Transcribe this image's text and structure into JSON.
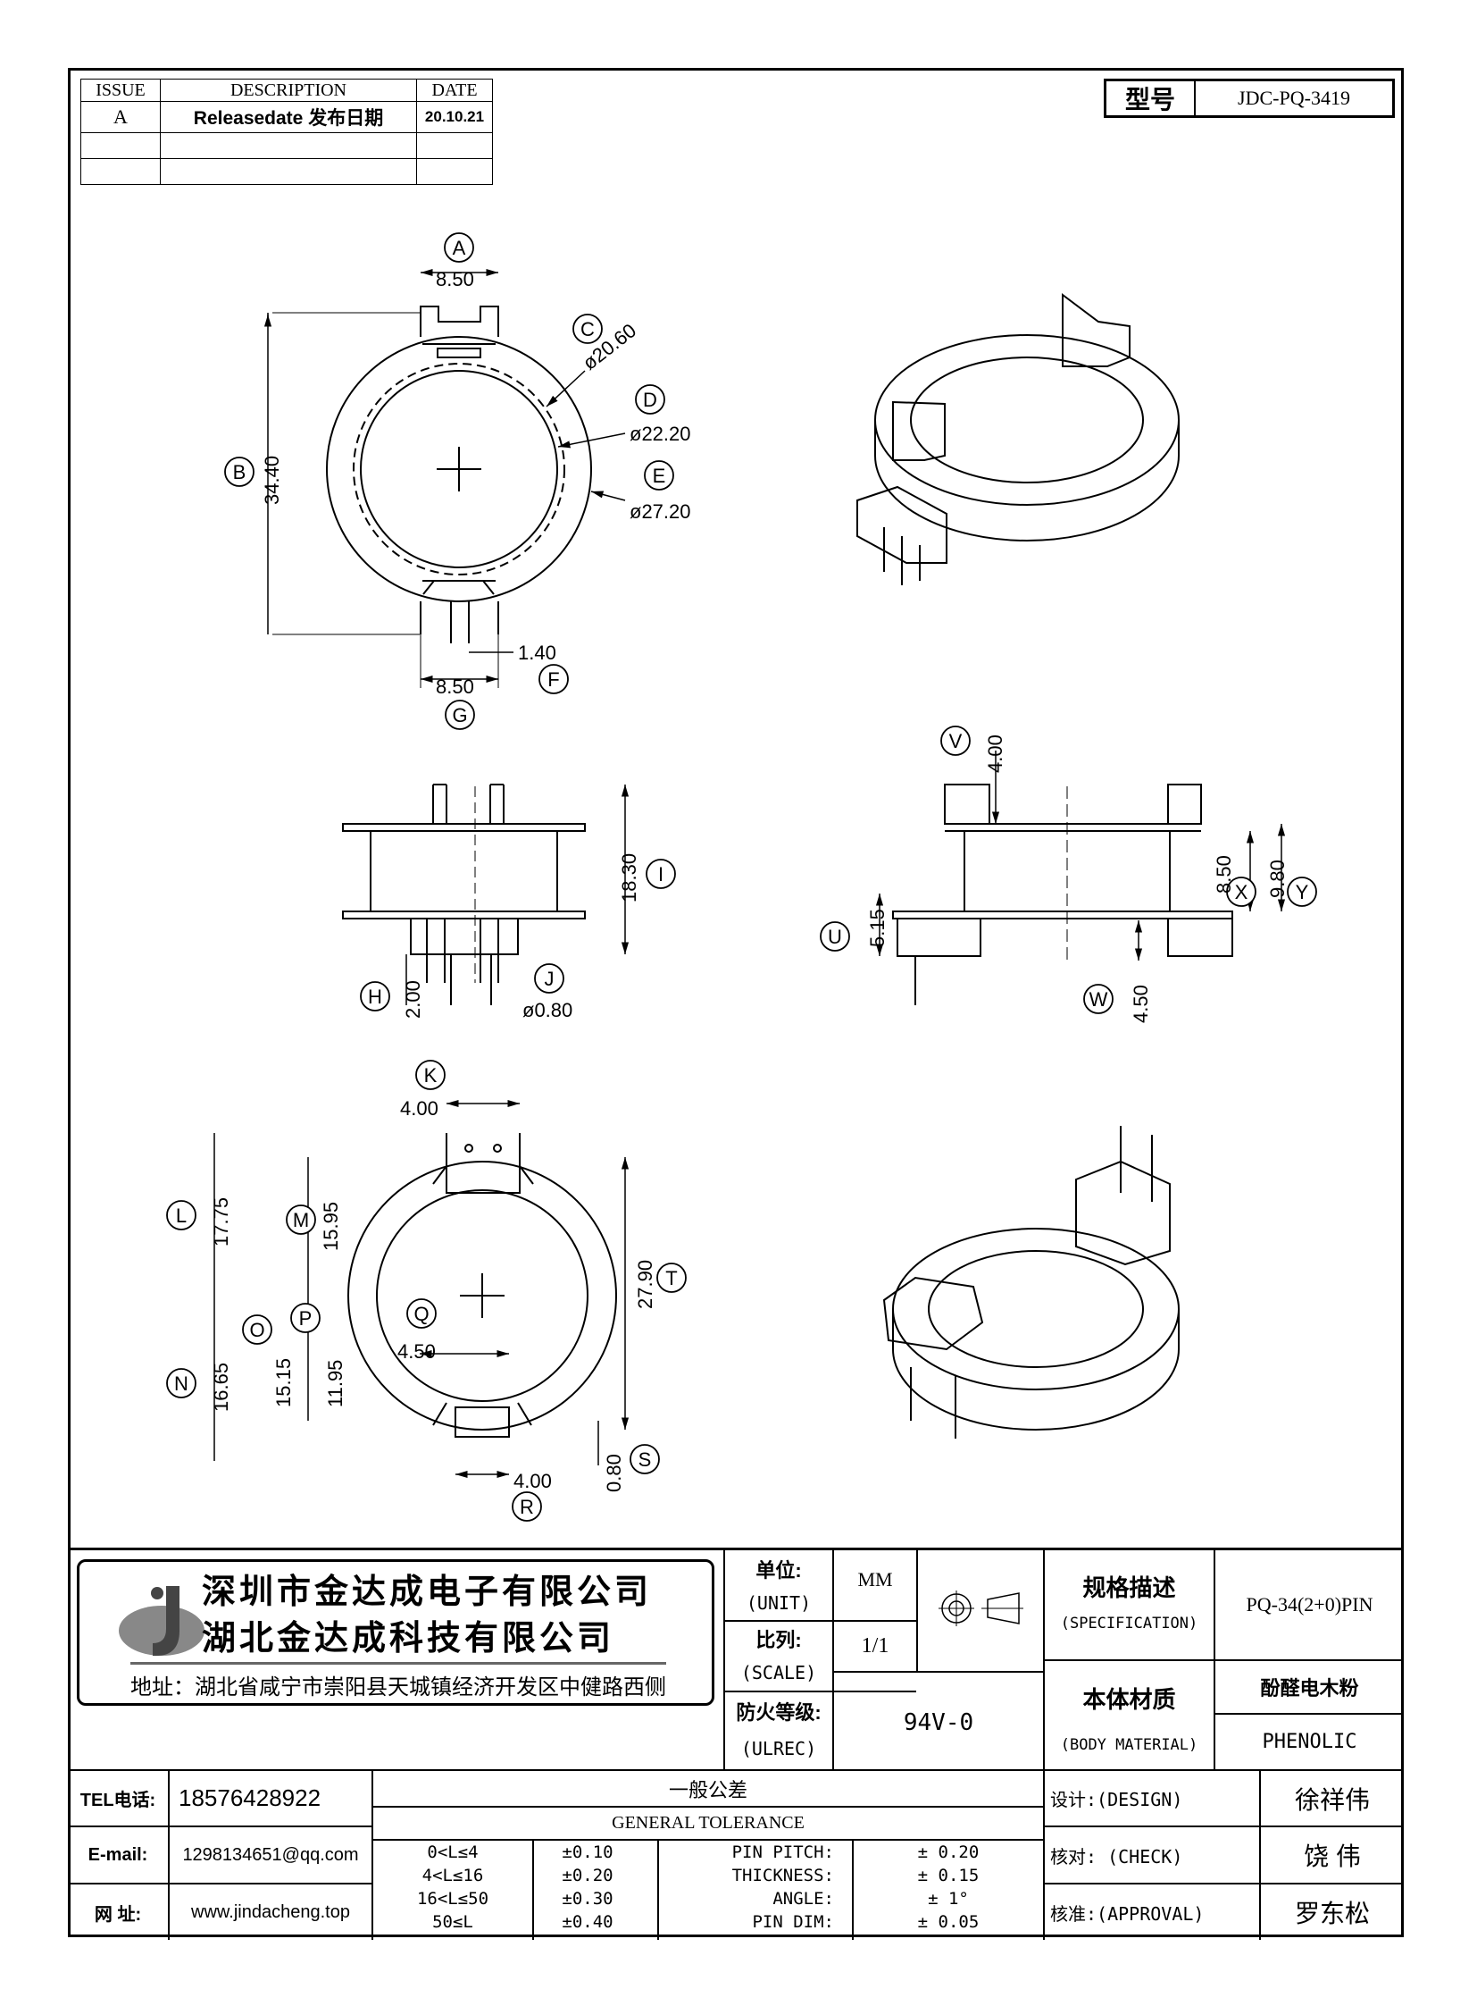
{
  "revision": {
    "headers": [
      "ISSUE",
      "DESCRIPTION",
      "DATE"
    ],
    "rows": [
      [
        "A",
        "Releasedate 发布日期",
        "20.10.21"
      ],
      [
        "",
        "",
        ""
      ],
      [
        "",
        "",
        ""
      ]
    ]
  },
  "model": {
    "label": "型号",
    "value": "JDC-PQ-3419"
  },
  "top_view": {
    "dims": {
      "A_width": "8.50",
      "B_height": "34.40",
      "C_dia": "ø20.60",
      "D_dia": "ø22.20",
      "E_dia": "ø27.20",
      "F_slot": "1.40",
      "G_width": "8.50"
    },
    "callouts": [
      "A",
      "B",
      "C",
      "D",
      "E",
      "F",
      "G"
    ]
  },
  "side_view_1": {
    "dims": {
      "I_height": "18.30",
      "H_pin": "2.00",
      "J_pin_dia": "ø0.80"
    },
    "callouts": [
      "I",
      "H",
      "J"
    ]
  },
  "side_view_2": {
    "dims": {
      "V_tab": "4.00",
      "X_height": "8.50",
      "Y_height": "9.80",
      "U_base": "5.15",
      "W_base": "4.50"
    },
    "callouts": [
      "V",
      "X",
      "Y",
      "U",
      "W"
    ]
  },
  "bottom_view": {
    "dims": {
      "K_width": "4.00",
      "L_upper": "17.75",
      "M_upper": "15.95",
      "T_height": "27.90",
      "O_lower": "15.15",
      "P_lower": "11.95",
      "N_lower": "16.65",
      "Q_width": "4.50",
      "R_width": "4.00",
      "S_thk": "0.80"
    },
    "callouts": [
      "K",
      "L",
      "M",
      "T",
      "O",
      "P",
      "Q",
      "N",
      "S",
      "R"
    ]
  },
  "company": {
    "name1": "深圳市金达成电子有限公司",
    "name2": "湖北金达成科技有限公司",
    "address": "地址：湖北省咸宁市崇阳县天城镇经济开发区中健路西侧"
  },
  "info": {
    "unit_cn": "单位:",
    "unit_en": "(UNIT)",
    "unit_val": "MM",
    "scale_cn": "比列:",
    "scale_en": "(SCALE)",
    "scale_val": "1/1",
    "fire_cn": "防火等级:",
    "fire_en": "(ULREC)",
    "fire_val": "94V-0",
    "spec_cn": "规格描述",
    "spec_en": "(SPECIFICATION)",
    "spec_val": "PQ-34(2+0)PIN",
    "mat_cn": "本体材质",
    "mat_en": "(BODY MATERIAL)",
    "mat_val_cn": "酚醛电木粉",
    "mat_val_en": "PHENOLIC"
  },
  "contact": {
    "tel_label": "TEL电话:",
    "tel": "18576428922",
    "email_label": "E-mail:",
    "email": "1298134651@qq.com",
    "web_label": "网  址:",
    "web": "www.jindacheng.top"
  },
  "tolerance": {
    "title_cn": "一般公差",
    "title_en": "GENERAL TOLERANCE",
    "rows": [
      {
        "range": "0<L≤4",
        "tol": "±0.10",
        "item": "PIN PITCH:",
        "val": "± 0.20"
      },
      {
        "range": "4<L≤16",
        "tol": "±0.20",
        "item": "THICKNESS:",
        "val": "± 0.15"
      },
      {
        "range": "16<L≤50",
        "tol": "±0.30",
        "item": "ANGLE:",
        "val": "± 1°"
      },
      {
        "range": "50≤L",
        "tol": "±0.40",
        "item": "PIN DIM:",
        "val": "± 0.05"
      }
    ]
  },
  "signoff": {
    "design_label": "设计:(DESIGN)",
    "design": "徐祥伟",
    "check_label": "核对: (CHECK)",
    "check": "饶  伟",
    "approval_label": "核准:(APPROVAL)",
    "approval": "罗东松"
  }
}
